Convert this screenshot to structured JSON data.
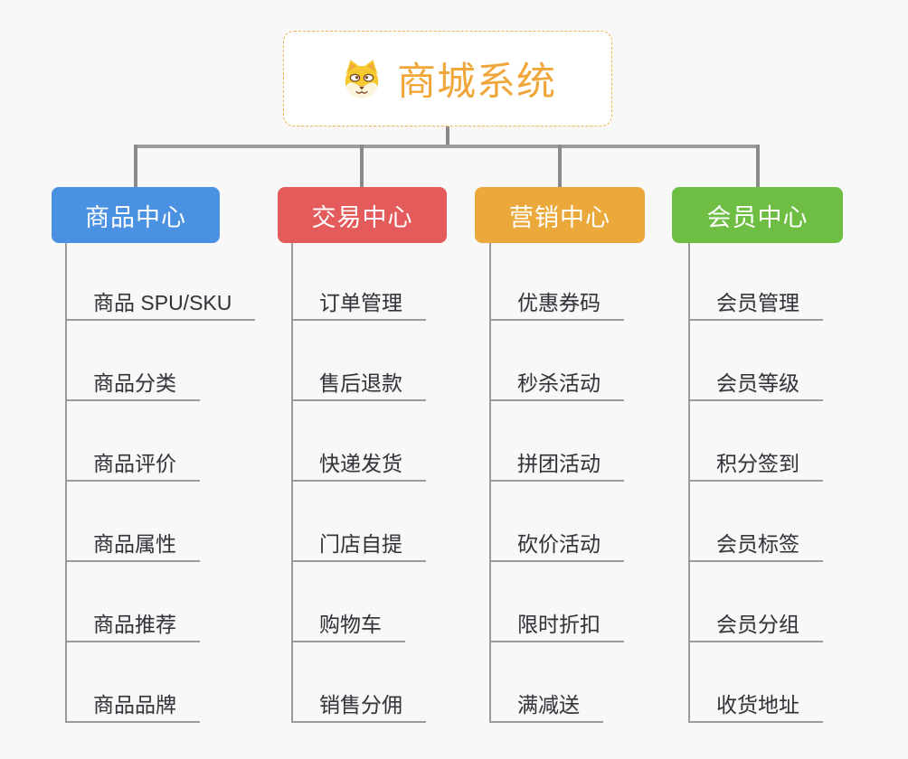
{
  "root": {
    "label": "商城系统",
    "icon": "dog-icon",
    "text_color": "#F0A63A",
    "border_color": "#F2B24E"
  },
  "branches": [
    {
      "label": "商品中心",
      "color": "#4A91E2",
      "children": [
        "商品 SPU/SKU",
        "商品分类",
        "商品评价",
        "商品属性",
        "商品推荐",
        "商品品牌"
      ]
    },
    {
      "label": "交易中心",
      "color": "#E45B5B",
      "children": [
        "订单管理",
        "售后退款",
        "快递发货",
        "门店自提",
        "购物车",
        "销售分佣"
      ]
    },
    {
      "label": "营销中心",
      "color": "#EBA93C",
      "children": [
        "优惠券码",
        "秒杀活动",
        "拼团活动",
        "砍价活动",
        "限时折扣",
        "满减送"
      ]
    },
    {
      "label": "会员中心",
      "color": "#6FBE44",
      "children": [
        "会员管理",
        "会员等级",
        "积分签到",
        "会员标签",
        "会员分组",
        "收货地址"
      ]
    }
  ],
  "connector_color": "#8A8A8A",
  "underline_color": "#9B9B9B",
  "background_color": "#F8F8F8"
}
